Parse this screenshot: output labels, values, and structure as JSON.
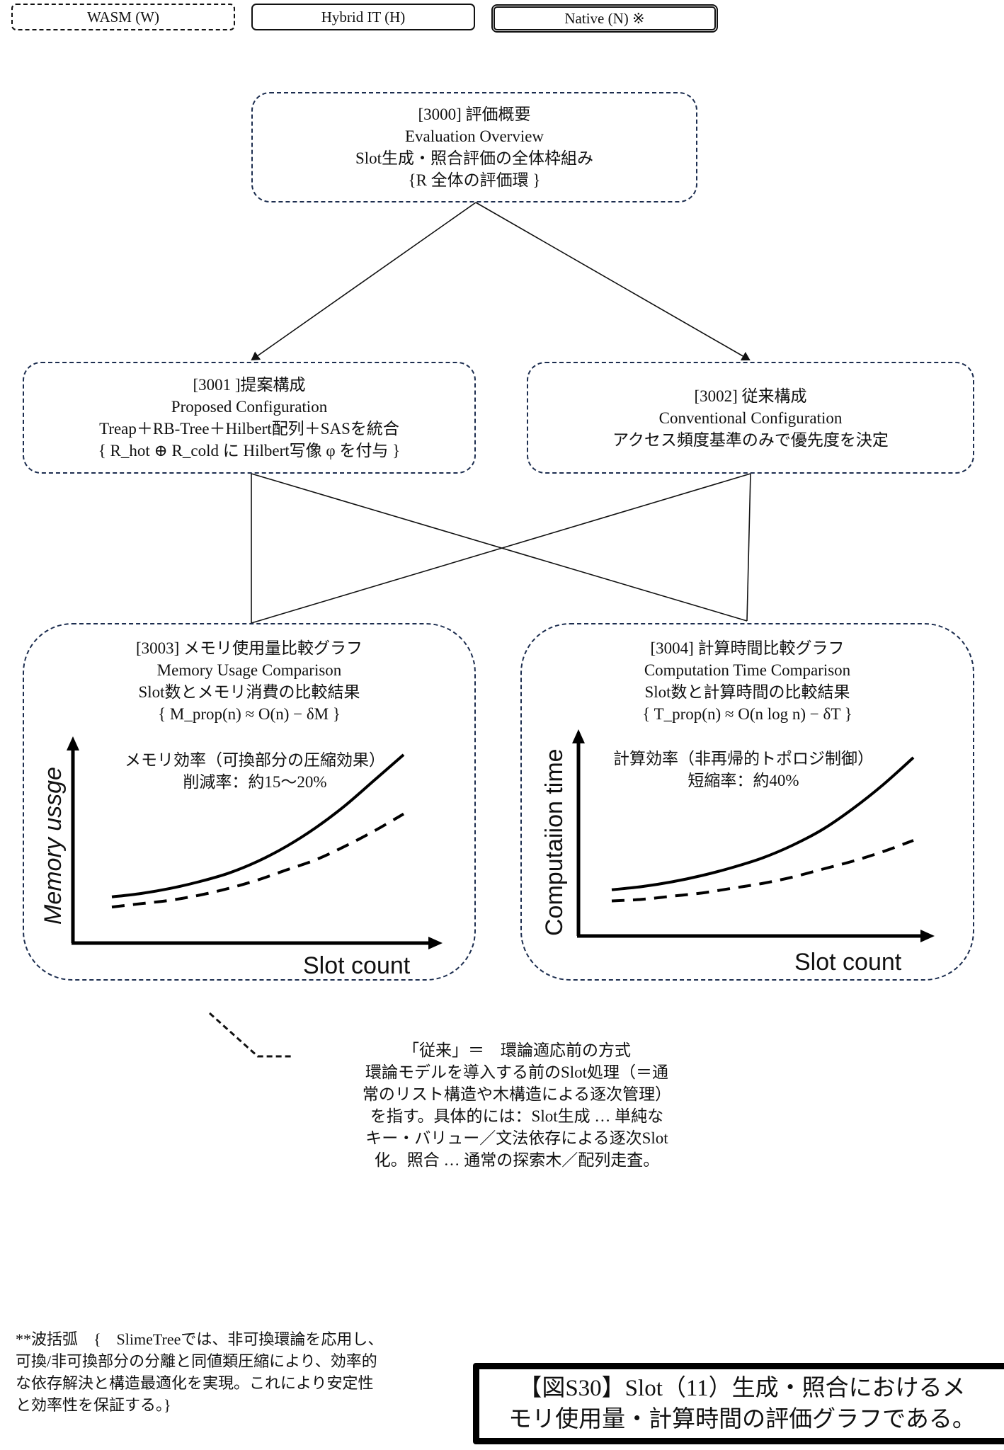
{
  "legend": {
    "wasm": "WASM (W)",
    "hybrid": "Hybrid IT (H)",
    "native": "Native (N) ※"
  },
  "nodes": {
    "n3000": {
      "lines": [
        "[3000] 評価概要",
        "Evaluation Overview",
        "Slot生成・照合評価の全体枠組み",
        "{R  全体の評価環 }"
      ]
    },
    "n3001": {
      "lines": [
        "[3001 ]提案構成",
        "Proposed Configuration",
        "Treap＋RB-Tree＋Hilbert配列＋SASを統合",
        "{ R_hot ⊕ R_cold に Hilbert写像 φ を付与 }"
      ]
    },
    "n3002": {
      "lines": [
        "[3002] 従来構成",
        "Conventional Configuration",
        "アクセス頻度基準のみで優先度を決定"
      ]
    },
    "n3003": {
      "lines": [
        "[3003] メモリ使用量比較グラフ",
        "Memory Usage Comparison",
        "Slot数とメモリ消費の比較結果",
        "{ M_prop(n) ≈ O(n) − δM }"
      ]
    },
    "n3004": {
      "lines": [
        "[3004] 計算時間比較グラフ",
        "Computation Time Comparison",
        "Slot数と計算時間の比較結果",
        "{ T_prop(n) ≈ O(n log n) − δT }"
      ]
    }
  },
  "chart_data": [
    {
      "type": "line",
      "title": "メモリ効率（可換部分の圧縮効果）",
      "subtitle": "削減率：約15〜20%",
      "xlabel": "Slot count",
      "ylabel": "Memory ussge",
      "x": [
        0,
        0.1,
        0.2,
        0.3,
        0.4,
        0.5,
        0.6,
        0.7,
        0.8,
        0.9,
        1.0
      ],
      "xlim": [
        0,
        1
      ],
      "ylim": [
        0,
        1
      ],
      "grid": false,
      "series": [
        {
          "name": "conventional",
          "style": "solid",
          "values": [
            0.16,
            0.18,
            0.21,
            0.25,
            0.3,
            0.37,
            0.46,
            0.57,
            0.7,
            0.85,
            1.0
          ]
        },
        {
          "name": "proposed",
          "style": "dashed",
          "values": [
            0.1,
            0.12,
            0.14,
            0.17,
            0.21,
            0.26,
            0.32,
            0.38,
            0.46,
            0.55,
            0.65
          ]
        }
      ]
    },
    {
      "type": "line",
      "title": "計算効率（非再帰的トポロジ制御）",
      "subtitle": "短縮率：約40%",
      "xlabel": "Slot count",
      "ylabel": "Computaiion time",
      "x": [
        0,
        0.1,
        0.2,
        0.3,
        0.4,
        0.5,
        0.6,
        0.7,
        0.8,
        0.9,
        1.0
      ],
      "xlim": [
        0,
        1
      ],
      "ylim": [
        0,
        1
      ],
      "grid": false,
      "series": [
        {
          "name": "conventional",
          "style": "solid",
          "values": [
            0.17,
            0.19,
            0.22,
            0.26,
            0.31,
            0.37,
            0.45,
            0.55,
            0.68,
            0.83,
            1.0
          ]
        },
        {
          "name": "proposed",
          "style": "dashed",
          "values": [
            0.1,
            0.11,
            0.13,
            0.15,
            0.18,
            0.21,
            0.25,
            0.3,
            0.35,
            0.41,
            0.48
          ]
        }
      ]
    }
  ],
  "annotation": {
    "lines": [
      "「従来」＝　環論適応前の方式",
      "環論モデルを導入する前のSlot処理（＝通",
      "常のリスト構造や木構造による逐次管理）",
      "を指す。具体的には：Slot生成 … 単純な",
      "キー・バリュー／文法依存による逐次Slot",
      "化。照合 … 通常の探索木／配列走査。"
    ]
  },
  "footnote": {
    "lines": [
      "**波括弧　{　SlimeTreeでは、非可換環論を応用し、",
      "可換/非可換部分の分離と同値類圧縮により、効率的",
      "な依存解決と構造最適化を実現。これにより安定性",
      "と効率性を保証する。}"
    ]
  },
  "caption": {
    "lines": [
      "【図S30】Slot（11）生成・照合におけるメ",
      "モリ使用量・計算時間の評価グラフである。"
    ]
  },
  "colors": {
    "node_border": "#1c2d4f",
    "line": "#111111"
  }
}
